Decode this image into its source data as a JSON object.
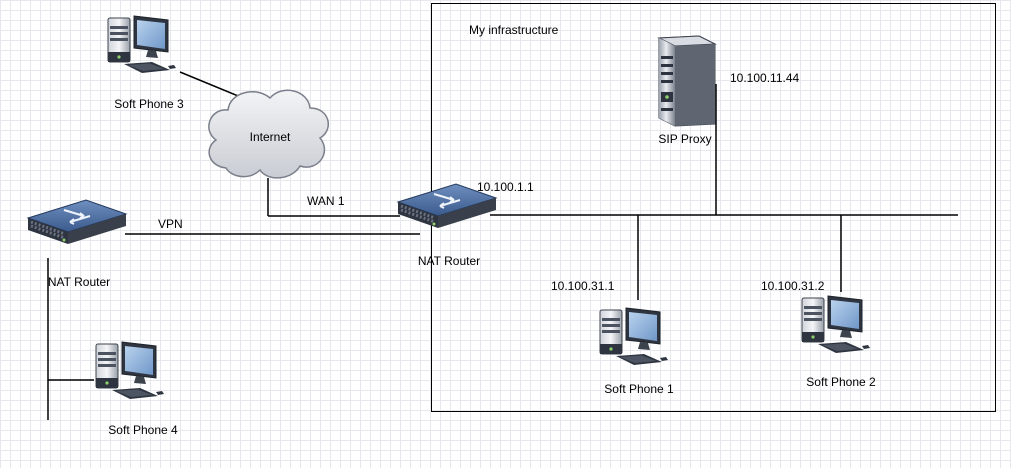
{
  "boundary": {
    "title": "My infrastructure"
  },
  "devices": {
    "softphone3": {
      "label": "Soft Phone 3"
    },
    "internet": {
      "label": "Internet"
    },
    "sip_proxy": {
      "label": "SIP Proxy",
      "ip": "10.100.11.44"
    },
    "nat_router_main": {
      "label": "NAT Router",
      "ip": "10.100.1.1"
    },
    "nat_router_remote": {
      "label": "NAT Router"
    },
    "softphone1": {
      "label": "Soft Phone 1",
      "ip": "10.100.31.1"
    },
    "softphone2": {
      "label": "Soft Phone 2",
      "ip": "10.100.31.2"
    },
    "softphone4": {
      "label": "Soft Phone 4"
    }
  },
  "links": {
    "wan": "WAN 1",
    "vpn": "VPN"
  },
  "colors": {
    "line": "#000000",
    "device_dark": "#2f3540",
    "router_blue": "#3a5a8c",
    "screen_blue": "#8fb3da",
    "cloud_fill": "#e1e3e8",
    "cloud_stroke": "#7a7f8a"
  },
  "icons": {
    "computer": "computer-icon",
    "server": "server-icon",
    "router": "router-icon",
    "cloud": "cloud-icon"
  }
}
